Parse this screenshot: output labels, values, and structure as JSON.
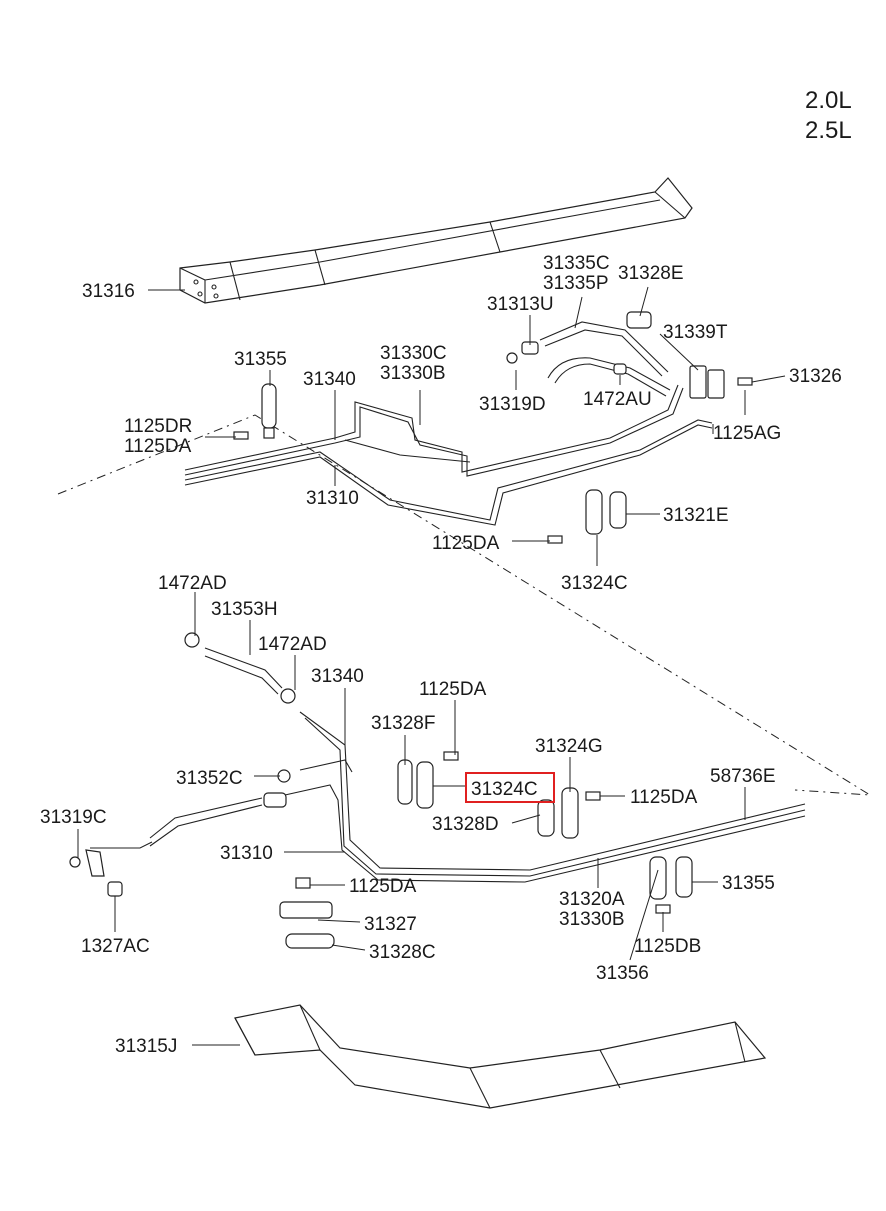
{
  "engine_variants": [
    "2.0L",
    "2.5L"
  ],
  "highlighted_part": "31324C",
  "colors": {
    "line": "#222222",
    "highlight": "#e02020",
    "background": "#ffffff"
  },
  "labels": {
    "l31316": "31316",
    "l31335C": "31335C",
    "l31335P": "31335P",
    "l31328E": "31328E",
    "l31313U": "31313U",
    "l31339T": "31339T",
    "l31355a": "31355",
    "l31330Ca": "31330C",
    "l31330Ba": "31330B",
    "l31340a": "31340",
    "l31326": "31326",
    "l31319D": "31319D",
    "l1472AUa": "1472AU",
    "l1125DR": "1125DR",
    "l1125DAa": "1125DA",
    "l1125AG": "1125AG",
    "l31310a": "31310",
    "l31321E": "31321E",
    "l1125DAb": "1125DA",
    "l31324Ca": "31324C",
    "l1472ADa": "1472AD",
    "l31353H": "31353H",
    "l1472ADb": "1472AD",
    "l31340b": "31340",
    "l1125DAc": "1125DA",
    "l31328F": "31328F",
    "l31324G": "31324G",
    "l31352C": "31352C",
    "l31324Cb": "31324C",
    "l1125DAd": "1125DA",
    "l58736E": "58736E",
    "l31319C": "31319C",
    "l31328D": "31328D",
    "l31310b": "31310",
    "l31320A": "31320A",
    "l31330Bb": "31330B",
    "l31355b": "31355",
    "l1125DAe": "1125DA",
    "l31327": "31327",
    "l1327AC": "1327AC",
    "l31328C": "31328C",
    "l1125DB": "1125DB",
    "l31356": "31356",
    "l31315J": "31315J"
  }
}
